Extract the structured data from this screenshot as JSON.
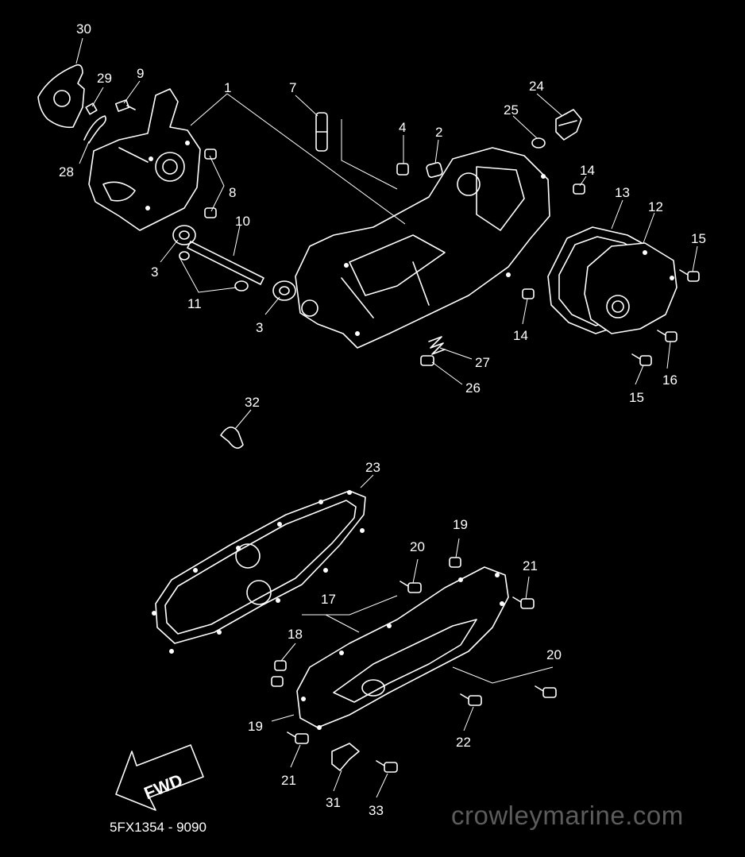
{
  "diagram": {
    "callouts": [
      {
        "id": "30",
        "label": "30"
      },
      {
        "id": "29",
        "label": "29"
      },
      {
        "id": "9",
        "label": "9"
      },
      {
        "id": "1",
        "label": "1"
      },
      {
        "id": "7",
        "label": "7"
      },
      {
        "id": "24",
        "label": "24"
      },
      {
        "id": "25",
        "label": "25"
      },
      {
        "id": "4",
        "label": "4"
      },
      {
        "id": "2",
        "label": "2"
      },
      {
        "id": "28",
        "label": "28"
      },
      {
        "id": "8",
        "label": "8"
      },
      {
        "id": "10",
        "label": "10"
      },
      {
        "id": "3a",
        "label": "3"
      },
      {
        "id": "11",
        "label": "11"
      },
      {
        "id": "3b",
        "label": "3"
      },
      {
        "id": "14a",
        "label": "14"
      },
      {
        "id": "13",
        "label": "13"
      },
      {
        "id": "12",
        "label": "12"
      },
      {
        "id": "15a",
        "label": "15"
      },
      {
        "id": "14b",
        "label": "14"
      },
      {
        "id": "27",
        "label": "27"
      },
      {
        "id": "26",
        "label": "26"
      },
      {
        "id": "16",
        "label": "16"
      },
      {
        "id": "15b",
        "label": "15"
      },
      {
        "id": "32",
        "label": "32"
      },
      {
        "id": "23",
        "label": "23"
      },
      {
        "id": "19a",
        "label": "19"
      },
      {
        "id": "20a",
        "label": "20"
      },
      {
        "id": "21a",
        "label": "21"
      },
      {
        "id": "17",
        "label": "17"
      },
      {
        "id": "18",
        "label": "18"
      },
      {
        "id": "20b",
        "label": "20"
      },
      {
        "id": "19b",
        "label": "19"
      },
      {
        "id": "22",
        "label": "22"
      },
      {
        "id": "21b",
        "label": "21"
      },
      {
        "id": "31",
        "label": "31"
      },
      {
        "id": "33",
        "label": "33"
      }
    ],
    "direction_label": "FWD",
    "figure_code": "5FX1354 - 9090",
    "watermark": "crowleymarine.com",
    "colors": {
      "background": "#000000",
      "line": "#ffffff",
      "watermark": "#5c5c5c"
    }
  }
}
